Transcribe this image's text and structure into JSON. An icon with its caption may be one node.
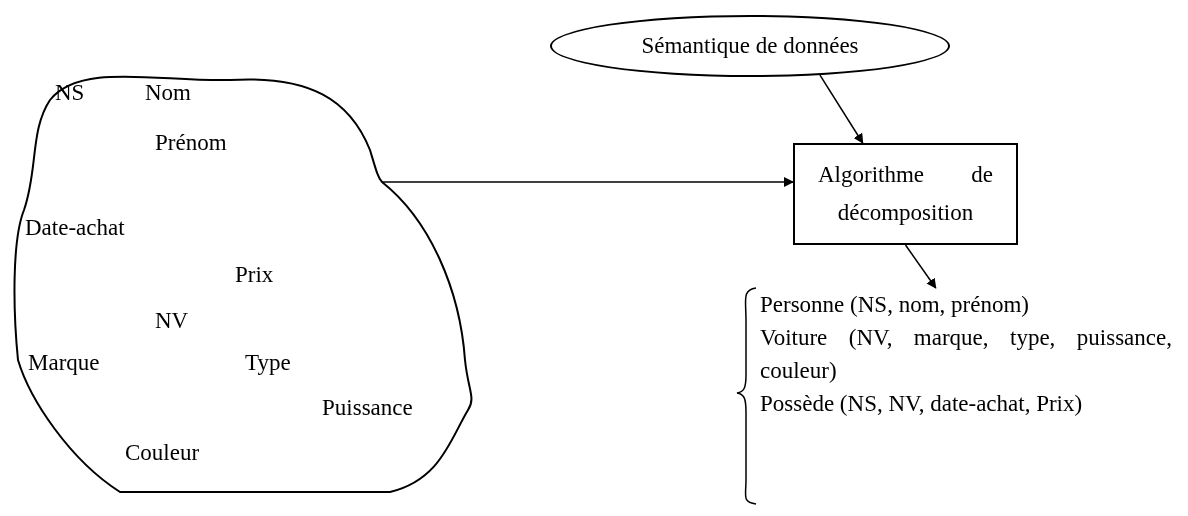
{
  "diagram": {
    "nodes": [
      {
        "text": [
          "NS",
          "Nom",
          "Prénom",
          "Date-achat",
          "Prix",
          "NV",
          "Marque",
          "Type",
          "Puissance",
          "Couleur"
        ]
      },
      {
        "text": [
          "Sémantique de données"
        ]
      },
      {
        "text": [
          "Algorithme de décomposition"
        ]
      },
      {
        "text": [
          "Personne (NS, nom, prénom)",
          "Voiture (NV, marque, type, puissance, couleur)",
          "Possède (NS, NV, date-achat, Prix)"
        ]
      }
    ],
    "edges": [
      {
        "from": 0,
        "to": 2,
        "arrow": "to"
      },
      {
        "from": 1,
        "to": 2,
        "arrow": "to"
      },
      {
        "from": 2,
        "to": 3,
        "arrow": "to"
      }
    ]
  }
}
